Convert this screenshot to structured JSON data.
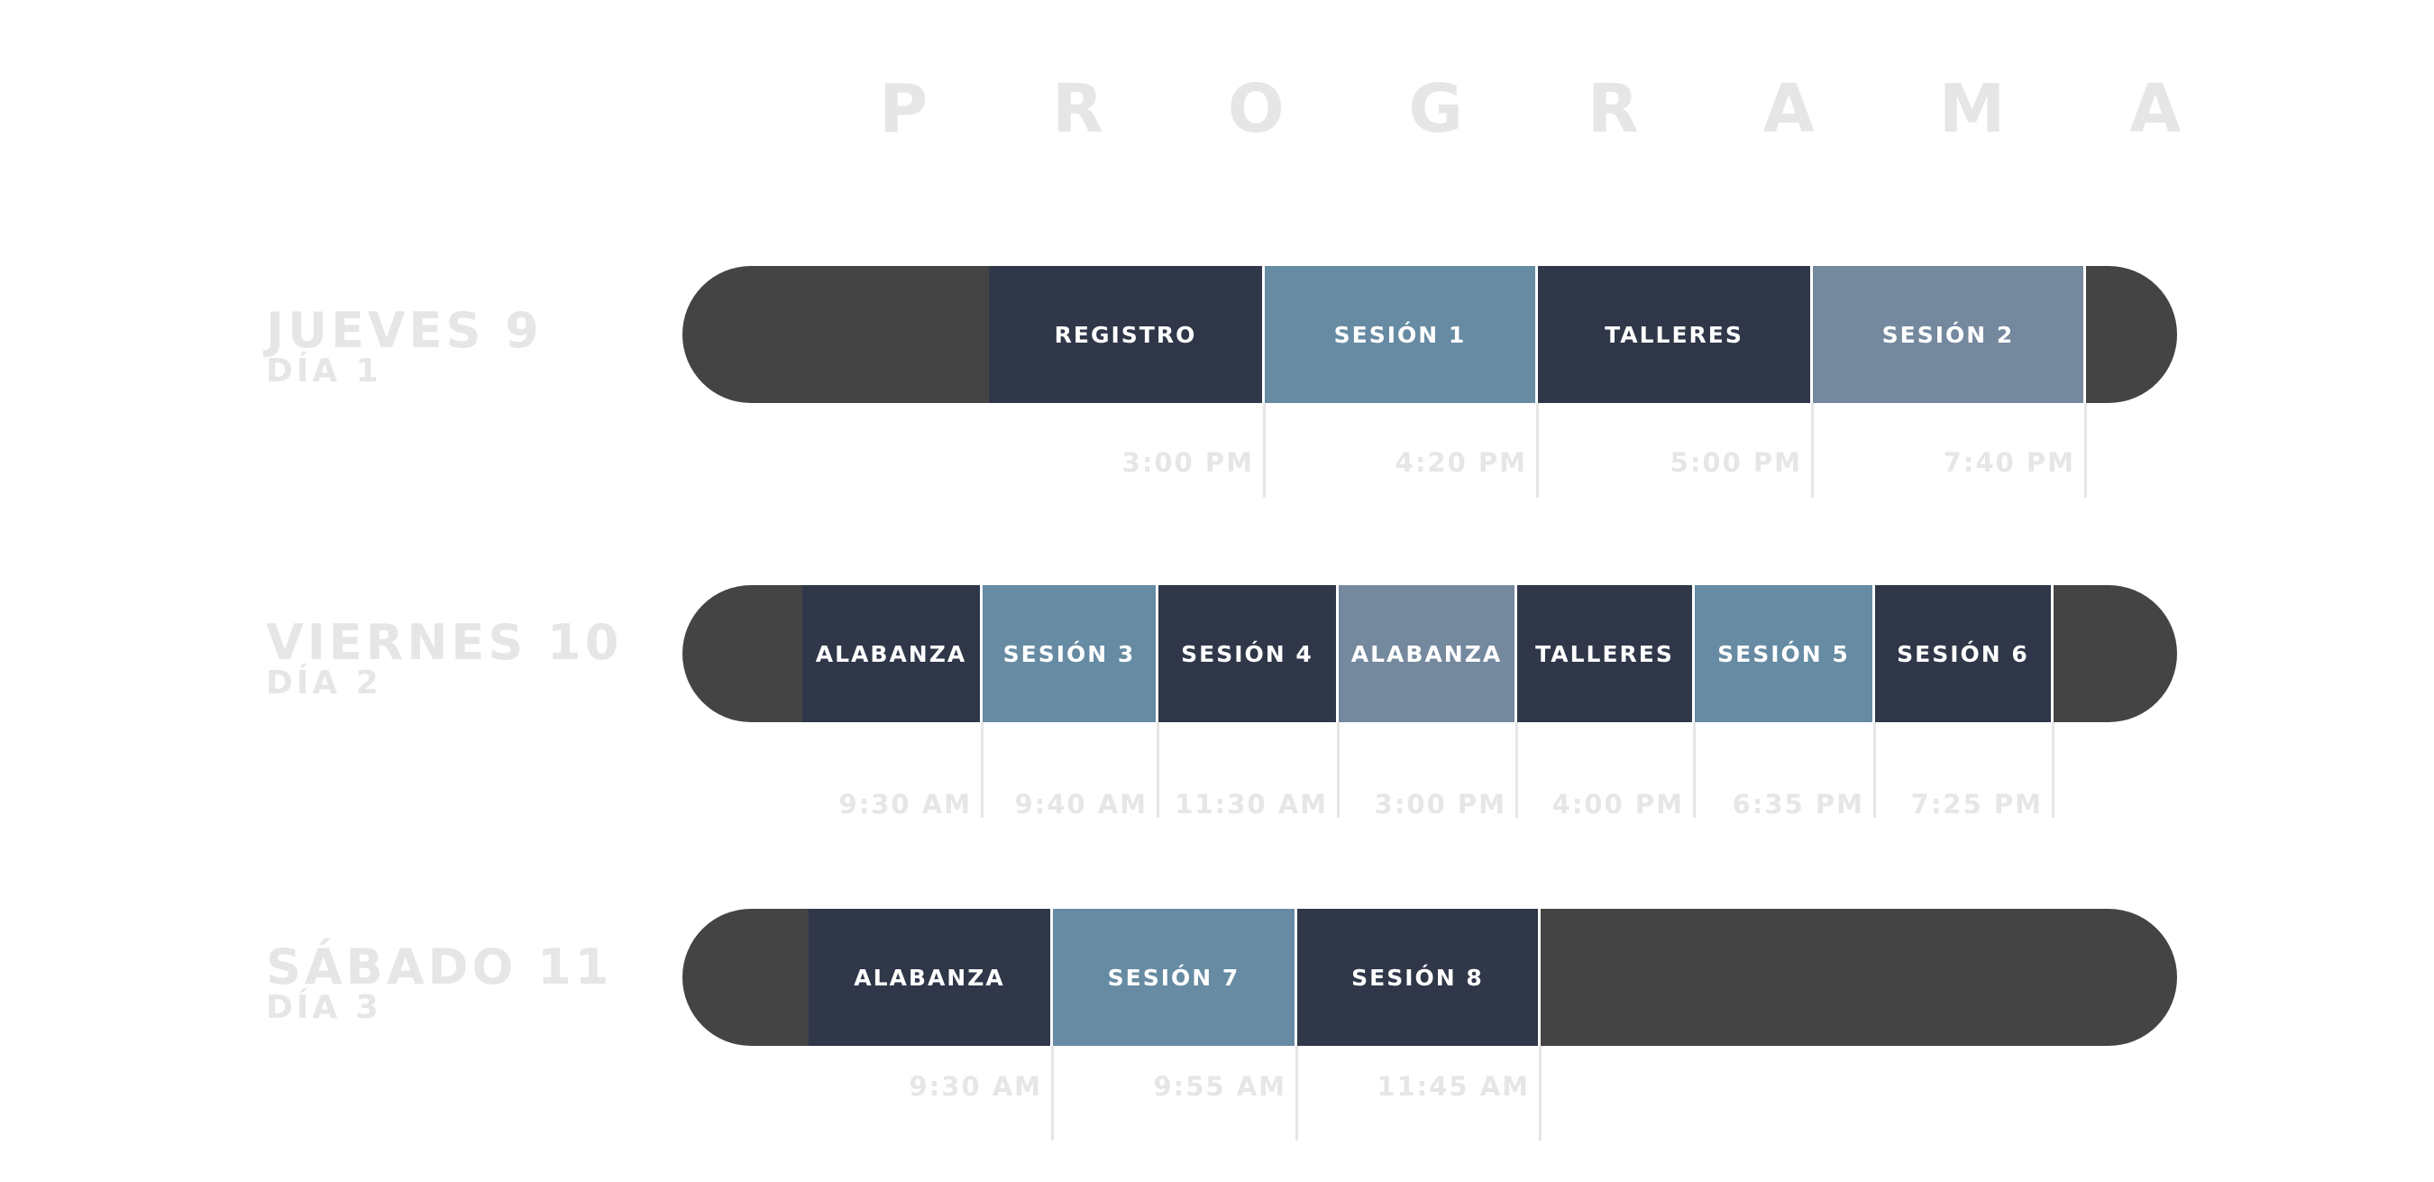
{
  "title": "P R O G R A M A",
  "colors": {
    "track": "#444444",
    "navy": "#2f3749",
    "steel_blue": "#668ba3",
    "slate": "#74889e",
    "label_gray": "#e6e6e6"
  },
  "days": [
    {
      "name": "JUEVES 9",
      "day": "DÍA 1",
      "segments": [
        {
          "label": "REGISTRO",
          "color": "navy"
        },
        {
          "label": "SESIÓN 1",
          "color": "steel_blue"
        },
        {
          "label": "TALLERES",
          "color": "navy"
        },
        {
          "label": "SESIÓN 2",
          "color": "slate"
        }
      ],
      "times": [
        "3:00 PM",
        "4:20 PM",
        "5:00 PM",
        "7:40 PM"
      ]
    },
    {
      "name": "VIERNES 10",
      "day": "DÍA 2",
      "segments": [
        {
          "label": "ALABANZA",
          "color": "navy"
        },
        {
          "label": "SESIÓN 3",
          "color": "steel_blue"
        },
        {
          "label": "SESIÓN 4",
          "color": "navy"
        },
        {
          "label": "ALABANZA",
          "color": "slate"
        },
        {
          "label": "TALLERES",
          "color": "navy"
        },
        {
          "label": "SESIÓN 5",
          "color": "steel_blue"
        },
        {
          "label": "SESIÓN 6",
          "color": "navy"
        }
      ],
      "times": [
        "9:30 AM",
        "9:40 AM",
        "11:30 AM",
        "3:00 PM",
        "4:00 PM",
        "6:35 PM",
        "7:25 PM"
      ]
    },
    {
      "name": "SÁBADO 11",
      "day": "DÍA 3",
      "segments": [
        {
          "label": "ALABANZA",
          "color": "navy"
        },
        {
          "label": "SESIÓN 7",
          "color": "steel_blue"
        },
        {
          "label": "SESIÓN 8",
          "color": "navy"
        }
      ],
      "times": [
        "9:30 AM",
        "9:55 AM",
        "11:45 AM"
      ]
    }
  ]
}
